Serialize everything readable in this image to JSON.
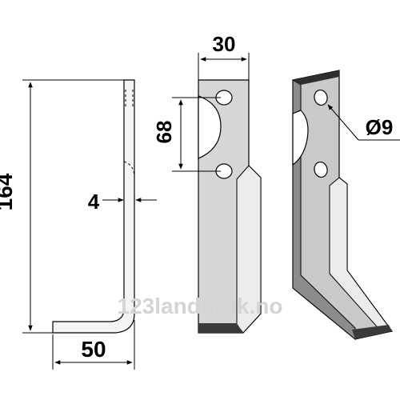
{
  "dimensions": {
    "height": "164",
    "thickness": "4",
    "foot_width": "50",
    "width": "30",
    "hole_spacing": "68",
    "hole_diameter": "Ø9"
  },
  "watermark": "123landbruk.no",
  "colors": {
    "blade_fill": "#d6d6d6",
    "blade_highlight": "#ececec",
    "blade_shadow": "#8c8c8c",
    "edge_dark": "#3a3a3a",
    "outline": "#000000",
    "watermark": "#d4d4d4"
  }
}
